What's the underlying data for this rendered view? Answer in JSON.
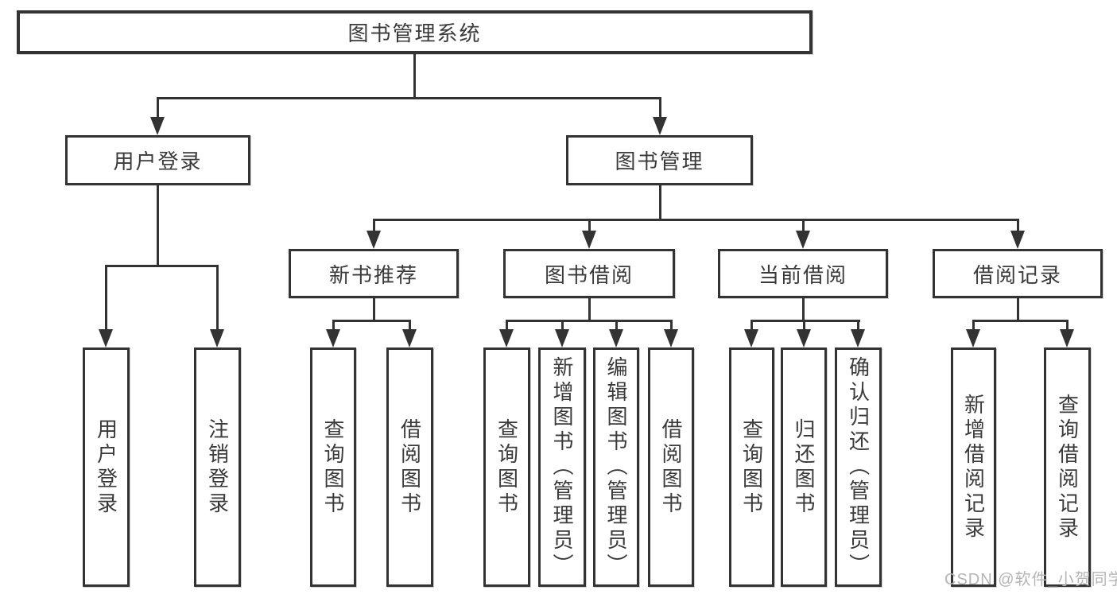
{
  "diagram": {
    "root": {
      "label": "图书管理系统"
    },
    "level2": [
      {
        "label": "用户登录"
      },
      {
        "label": "图书管理"
      }
    ],
    "level3": [
      {
        "label": "新书推荐"
      },
      {
        "label": "图书借阅"
      },
      {
        "label": "当前借阅"
      },
      {
        "label": "借阅记录"
      }
    ],
    "leaves": {
      "user_login": [
        "用户登录",
        "注销登录"
      ],
      "new_books": [
        "查询图书",
        "借阅图书"
      ],
      "book_borrow": [
        "查询图书",
        "新增图书（管理员）",
        "编辑图书（管理员）",
        "借阅图书"
      ],
      "current_borrow": [
        "查询图书",
        "归还图书",
        "确认归还（管理员）"
      ],
      "borrow_records": [
        "新增借阅记录",
        "查询借阅记录"
      ]
    }
  },
  "watermark": {
    "text": "CSDN @软件_小贺同学"
  },
  "colors": {
    "line": "#333333",
    "text": "#3a3a3a",
    "watermark": "#b5b5b5",
    "background": "#ffffff"
  }
}
